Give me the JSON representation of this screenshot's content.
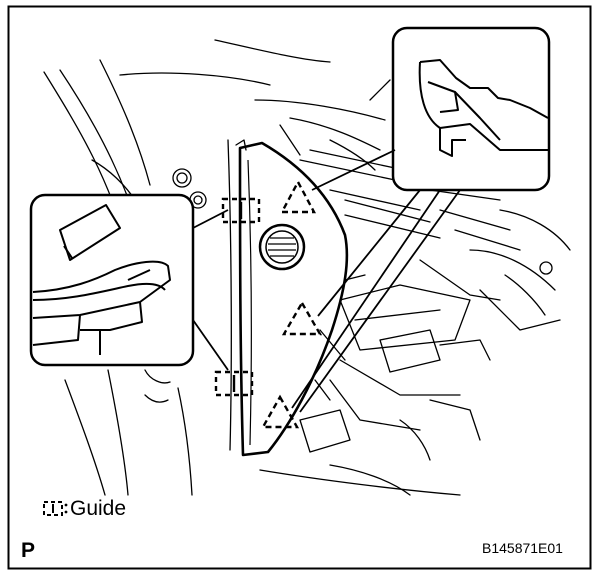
{
  "legend": {
    "label": "Guide"
  },
  "page_letter": "P",
  "figure_code": "B145871E01"
}
